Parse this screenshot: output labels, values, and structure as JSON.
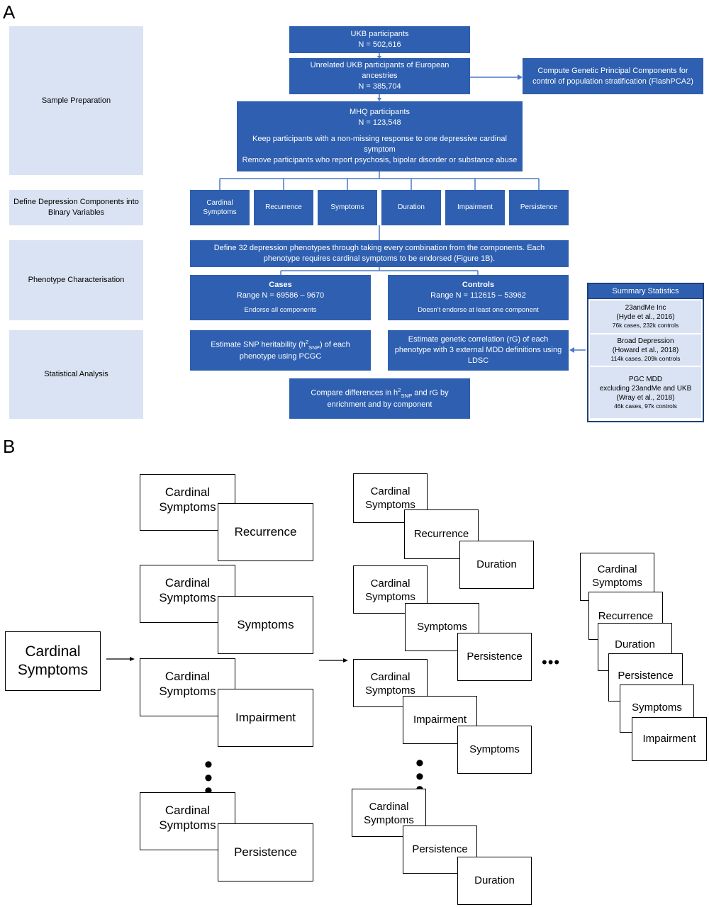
{
  "panel_a": {
    "letter": "A",
    "side_labels": {
      "sample_preparation": "Sample Preparation",
      "define_components": "Define Depression Components into Binary Variables",
      "phenotype_characterisation": "Phenotype Characterisation",
      "statistical_analysis": "Statistical Analysis"
    },
    "ukb": {
      "title": "UKB participants",
      "n": "N = 502,616"
    },
    "unrelated": {
      "title": "Unrelated UKB participants of European ancestries",
      "n": "N = 385,704"
    },
    "pca": {
      "text": "Compute Genetic Principal Components for control of population stratification (FlashPCA2)"
    },
    "mhq": {
      "title": "MHQ participants",
      "n": "N = 123,548",
      "keep": "Keep participants with a non-missing response to one depressive cardinal symptom",
      "remove": "Remove participants who report psychosis, bipolar disorder or substance abuse"
    },
    "components": [
      "Cardinal Symptoms",
      "Recurrence",
      "Symptoms",
      "Duration",
      "Impairment",
      "Persistence"
    ],
    "define32": "Define 32 depression phenotypes through taking every combination from the components. Each phenotype requires cardinal symptoms to be endorsed (Figure 1B).",
    "cases": {
      "title": "Cases",
      "range": "Range N = 69586 – 9670",
      "note": "Endorse all components"
    },
    "controls": {
      "title": "Controls",
      "range": "Range N = 112615 – 53962",
      "note": "Doesn’t endorse at least one component"
    },
    "heritability": {
      "pre": "Estimate SNP heritability (h",
      "sup": "2",
      "sub": "SNP",
      "post": ") of each phenotype using PCGC"
    },
    "genetic_corr": {
      "text": "Estimate genetic correlation (rG) of each phenotype with 3 external MDD definitions using LDSC"
    },
    "compare": {
      "pre": "Compare differences in h",
      "sup": "2",
      "sub": "SNP",
      "post": " and rG by enrichment and by component"
    },
    "summary_stats": {
      "title": "Summary Statistics",
      "items": [
        {
          "name": "23andMe Inc",
          "ref": "(Hyde et al., 2016)",
          "counts": "76k cases, 232k controls"
        },
        {
          "name": "Broad Depression",
          "ref": "(Howard et al., 2018)",
          "counts": "114k cases, 209k controls"
        },
        {
          "name": "PGC MDD",
          "sub": "excluding 23andMe and UKB",
          "ref": "(Wray et al., 2018)",
          "counts": "46k cases, 97k controls"
        }
      ]
    }
  },
  "panel_b": {
    "letter": "B",
    "start": "Cardinal Symptoms",
    "col2": [
      [
        "Cardinal Symptoms",
        "Recurrence"
      ],
      [
        "Cardinal Symptoms",
        "Symptoms"
      ],
      [
        "Cardinal Symptoms",
        "Impairment"
      ],
      [
        "Cardinal Symptoms",
        "Persistence"
      ]
    ],
    "col3": [
      [
        "Cardinal Symptoms",
        "Recurrence",
        "Duration"
      ],
      [
        "Cardinal Symptoms",
        "Symptoms",
        "Persistence"
      ],
      [
        "Cardinal Symptoms",
        "Impairment",
        "Symptoms"
      ],
      [
        "Cardinal Symptoms",
        "Persistence",
        "Duration"
      ]
    ],
    "col4": [
      "Cardinal Symptoms",
      "Recurrence",
      "Duration",
      "Persistence",
      "Symptoms",
      "Impairment"
    ],
    "ellipsis_dots": "•••"
  }
}
